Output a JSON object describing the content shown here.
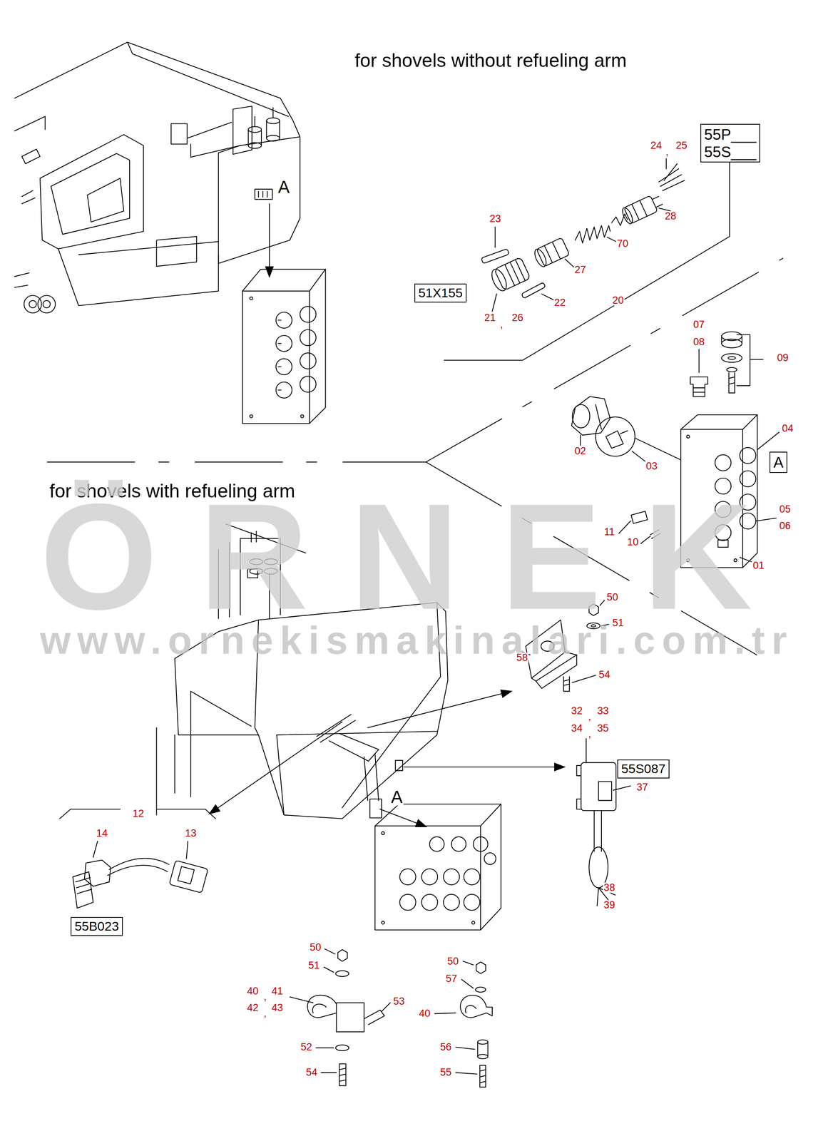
{
  "diagram": {
    "nodes": [
      {
        "text": [
          "55P___",
          "55S___"
        ]
      },
      {
        "text": [
          "51X155"
        ]
      },
      {
        "text": [
          "A"
        ]
      },
      {
        "text": [
          "55S087"
        ]
      },
      {
        "text": [
          "55B023"
        ]
      }
    ],
    "labels": [
      "for shovels without refueling arm",
      "A",
      "24",
      ",",
      "25",
      "23",
      "28",
      "70",
      "27",
      "22",
      "21",
      ",",
      "26",
      "20",
      "07",
      "08",
      "09",
      "04",
      "02",
      "03",
      "11",
      "10",
      "05",
      "06",
      "01",
      "for shovels with refueling arm",
      "ÖRNEK",
      "www.ornekismakinalari.com.tr",
      "50",
      "51",
      "58",
      "54",
      "32",
      ",",
      "33",
      "34",
      ",",
      "35",
      "37",
      "A",
      "12",
      "14",
      "13",
      "38",
      "39",
      "50",
      "51",
      "40",
      ",",
      "41",
      "42",
      ",",
      "43",
      "53",
      "52",
      "54",
      "50",
      "57",
      "40",
      "56",
      "55"
    ]
  }
}
